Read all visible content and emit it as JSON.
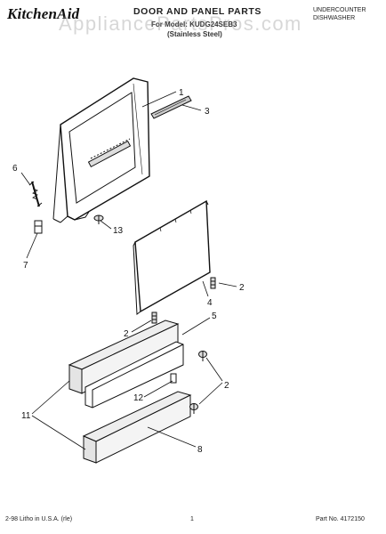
{
  "header": {
    "brand": "KitchenAid",
    "title": "DOOR AND PANEL PARTS",
    "model": "For Model: KUDG24SEB3",
    "variant": "(Stainless Steel)",
    "type_line1": "UNDERCOUNTER",
    "type_line2": "DISHWASHER"
  },
  "watermark": "AppliancePartsPros.com",
  "callouts": [
    "1",
    "3",
    "6",
    "13",
    "7",
    "2",
    "4",
    "5",
    "2",
    "2",
    "12",
    "11",
    "8"
  ],
  "footer": {
    "print_info": "2-98 Litho in U.S.A. (rle)",
    "page": "1",
    "part_no": "Part No. 4172150"
  }
}
